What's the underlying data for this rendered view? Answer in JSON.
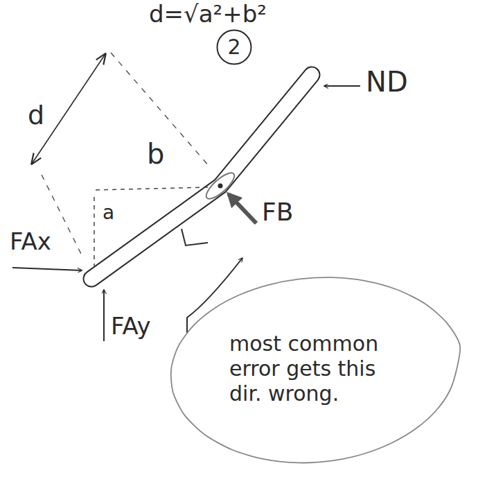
{
  "diagram": {
    "nodes": [
      {
        "text": [
          "2"
        ]
      },
      {
        "text": [
          "most common error gets this dir. wrong."
        ]
      }
    ],
    "labels": [
      "d=√a²+b²",
      "ND",
      "d",
      "b",
      "a",
      "FAx",
      "FB",
      "FAy"
    ]
  }
}
